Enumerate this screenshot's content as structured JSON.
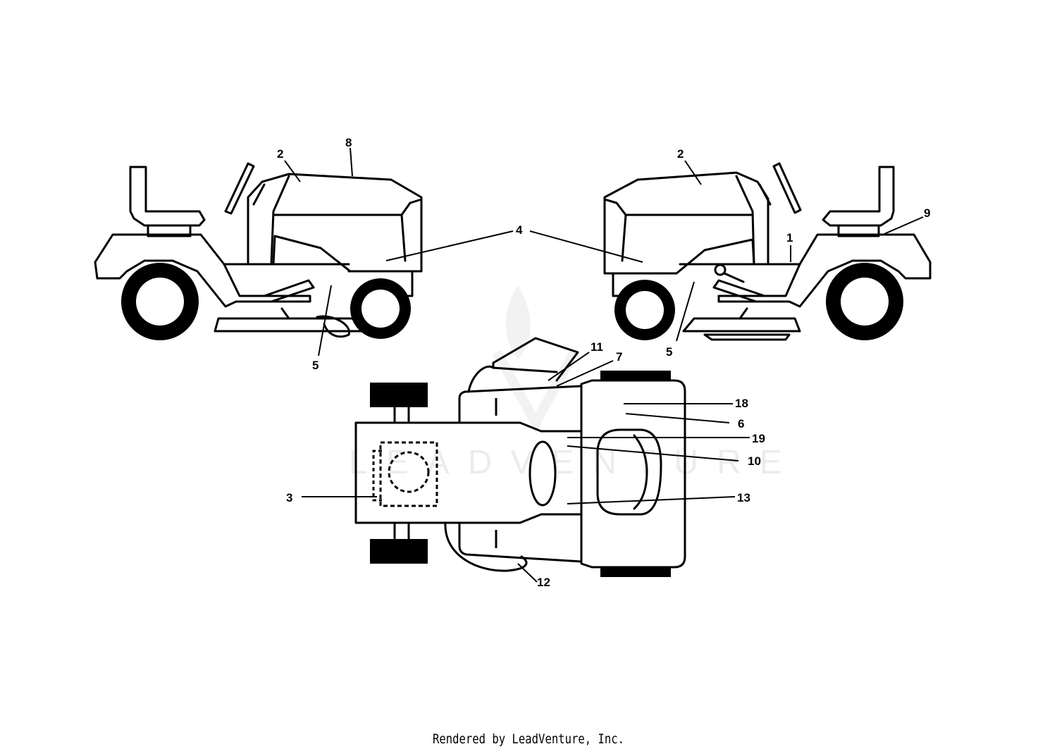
{
  "callouts": {
    "left_view": {
      "c2": "2",
      "c8": "8",
      "c4": "4",
      "c5": "5"
    },
    "right_view": {
      "c2": "2",
      "c9": "9",
      "c1": "1",
      "c5": "5"
    },
    "top_view": {
      "c11": "11",
      "c7": "7",
      "c18": "18",
      "c6": "6",
      "c19": "19",
      "c10": "10",
      "c3": "3",
      "c13": "13",
      "c12": "12"
    }
  },
  "footer": {
    "credit": "Rendered by LeadVenture, Inc."
  }
}
